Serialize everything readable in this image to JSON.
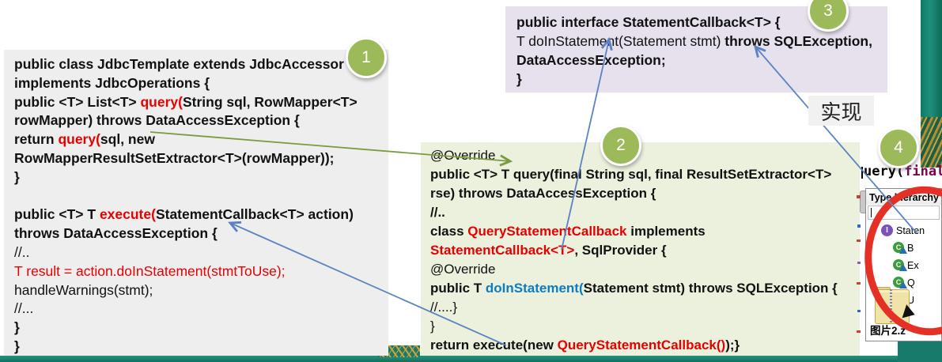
{
  "slide": {
    "impl_label": "实现",
    "badges": [
      "1",
      "2",
      "3",
      "4"
    ]
  },
  "code_blocks": {
    "jdbc_template": {
      "lines": [
        [
          [
            "b",
            "public class JdbcTemplate extends JdbcAccessor"
          ]
        ],
        [
          [
            "b",
            "implements JdbcOperations {"
          ]
        ],
        [
          [
            "b",
            "public <T> List<T> "
          ],
          [
            "r",
            "query("
          ],
          [
            "b",
            "String sql, RowMapper<T>"
          ]
        ],
        [
          [
            "b",
            "rowMapper) throws DataAccessException {"
          ]
        ],
        [
          [
            "b",
            "return "
          ],
          [
            "r",
            "query("
          ],
          [
            "b",
            "sql, new"
          ]
        ],
        [
          [
            "b",
            "RowMapperResultSetExtractor<T>(rowMapper));"
          ]
        ],
        [
          [
            "b",
            "}"
          ]
        ],
        [
          [
            "n",
            ""
          ]
        ],
        [
          [
            "b",
            "public <T> T "
          ],
          [
            "r",
            "execute("
          ],
          [
            "b",
            "StatementCallback<T> action)"
          ]
        ],
        [
          [
            "b",
            "throws DataAccessException {"
          ]
        ],
        [
          [
            "n",
            "//.."
          ]
        ],
        [
          [
            "rn",
            "T result = action.doInStatement(stmtToUse);"
          ]
        ],
        [
          [
            "n",
            "handleWarnings(stmt);"
          ]
        ],
        [
          [
            "n",
            "//..."
          ]
        ],
        [
          [
            "b",
            "}"
          ]
        ],
        [
          [
            "b",
            "}"
          ]
        ]
      ]
    },
    "query_override": {
      "lines": [
        [
          [
            "n",
            "@Override"
          ]
        ],
        [
          [
            "b",
            "public <T> T query(final String sql, final ResultSetExtractor<T>"
          ]
        ],
        [
          [
            "b",
            "rse) throws DataAccessException {"
          ]
        ],
        [
          [
            "b",
            "//.."
          ]
        ],
        [
          [
            "b",
            "class "
          ],
          [
            "r",
            "QueryStatementCallback"
          ],
          [
            "b",
            " implements"
          ]
        ],
        [
          [
            "r",
            "StatementCallback<T>"
          ],
          [
            "b",
            ", SqlProvider {"
          ]
        ],
        [
          [
            "n",
            "@Override"
          ]
        ],
        [
          [
            "b",
            "public T "
          ],
          [
            "bl",
            "doInStatement("
          ],
          [
            "b",
            "Statement stmt) throws SQLException {"
          ]
        ],
        [
          [
            "n",
            "//....}"
          ]
        ],
        [
          [
            "n",
            "}"
          ]
        ],
        [
          [
            "b",
            "return execute(new "
          ],
          [
            "r",
            "QueryStatementCallback()"
          ],
          [
            "b",
            ");}"
          ]
        ]
      ]
    },
    "statement_callback": {
      "lines": [
        [
          [
            "b",
            "public interface StatementCallback<T> {"
          ]
        ],
        [
          [
            "n",
            "T doInStatement(Statement stmt) "
          ],
          [
            "b",
            "throws SQLException,"
          ]
        ],
        [
          [
            "b",
            "DataAccessException;"
          ]
        ],
        [
          [
            "b",
            "}"
          ]
        ]
      ]
    }
  },
  "ide_fragment": {
    "prefix": "uery(",
    "keyword": "final"
  },
  "hierarchy_panel": {
    "title": "Type hierarchy",
    "filter_value": "",
    "root": {
      "label": "Staten",
      "kind": "interface"
    },
    "items": [
      {
        "label": "B",
        "kind": "class"
      },
      {
        "label": "Ex",
        "kind": "class"
      },
      {
        "label": "Q",
        "kind": "class"
      },
      {
        "label": "U",
        "kind": "class"
      }
    ]
  },
  "zip_icon": {
    "label": "图片2.z"
  },
  "colors": {
    "block1_bg": "#efeeee",
    "block2_bg": "#ebf1dd",
    "block3_bg": "#e6e1ed",
    "badge_green": "#9cba59",
    "code_red": "#e60000",
    "code_blue": "#0f7bc0",
    "keyword_purple": "#7b0052",
    "arrow_blue": "#5b83c4",
    "arrow_green": "#7c9b3f",
    "marker_red": "#e53125",
    "teal": "#1b8271"
  }
}
